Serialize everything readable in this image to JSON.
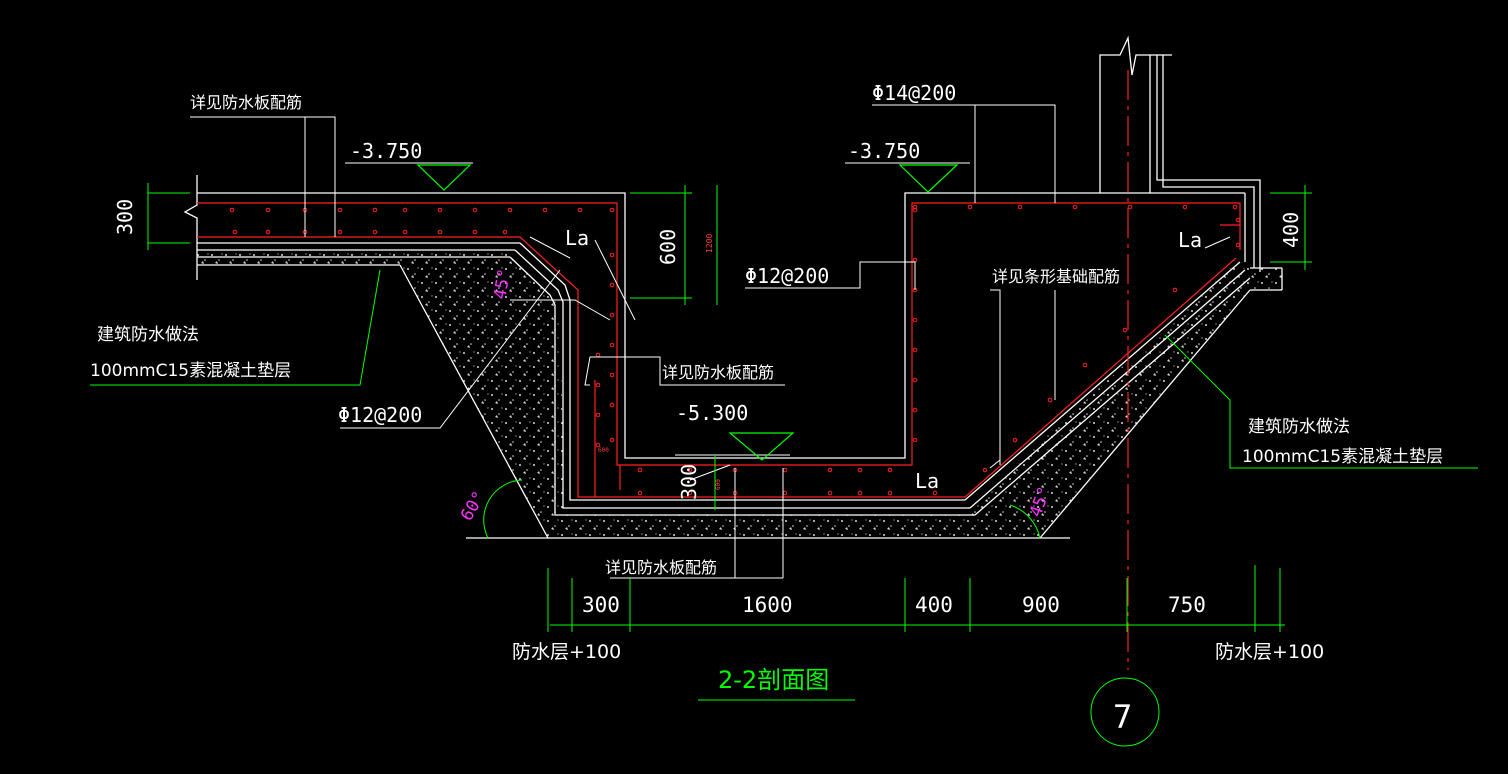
{
  "title": "2-2剖面图",
  "axis_label": "7",
  "colors": {
    "background": "#000000",
    "outline": "#ffffff",
    "rebar": "#ff0000",
    "dimension": "#00ff00",
    "angle": "#ff00ff",
    "title": "#00ff00"
  },
  "elevations": {
    "left_top": "-3.750",
    "right_top": "-3.750",
    "pit_bottom": "-5.300"
  },
  "rebar_labels": {
    "top_right": "Φ14@200",
    "right_wall": "Φ12@200",
    "left_slope": "Φ12@200"
  },
  "notes": {
    "waterproof_slab_rebar_top": "详见防水板配筋",
    "waterproof_slab_rebar_mid": "详见防水板配筋",
    "waterproof_slab_rebar_bottom": "详见防水板配筋",
    "strip_foundation_rebar": "详见条形基础配筋",
    "left_waterproofing_line1": "建筑防水做法",
    "left_waterproofing_line2": "100mmC15素混凝土垫层",
    "right_waterproofing_line1": "建筑防水做法",
    "right_waterproofing_line2": "100mmC15素混凝土垫层"
  },
  "anchorage": {
    "la1": "La",
    "la2": "La",
    "la3": "La"
  },
  "dimensions": {
    "slab_left": "300",
    "pit_depth": "600",
    "pit_depth_small": "1200",
    "step_height": "300",
    "step_small": "600",
    "step_small2": "600",
    "right_slab": "400",
    "bottom": [
      "300",
      "1600",
      "400",
      "900",
      "750"
    ],
    "left_offset": "防水层+100",
    "right_offset": "防水层+100"
  },
  "angles": {
    "left_top": "45°",
    "left_bottom": "60°",
    "right_bottom": "45°"
  }
}
